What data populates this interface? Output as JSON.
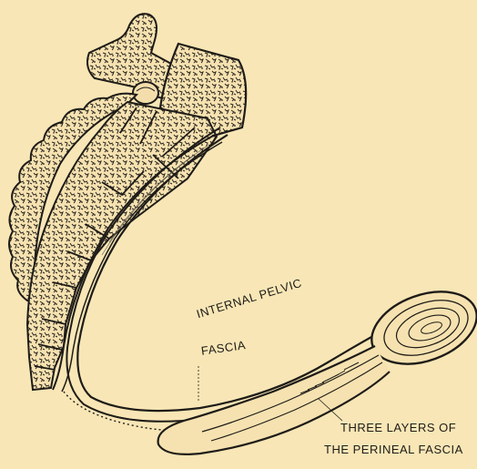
{
  "labels": {
    "internal_pelvic_fascia": [
      "INTERNAL PELVIC",
      "FASCIA"
    ],
    "perineal_fascia": [
      "THREE LAYERS OF",
      "THE PERINEAL FASCIA"
    ]
  },
  "colors": {
    "background": "#f8e6b6",
    "ink": "#1e1c18",
    "bone": "#f6e2b0"
  }
}
